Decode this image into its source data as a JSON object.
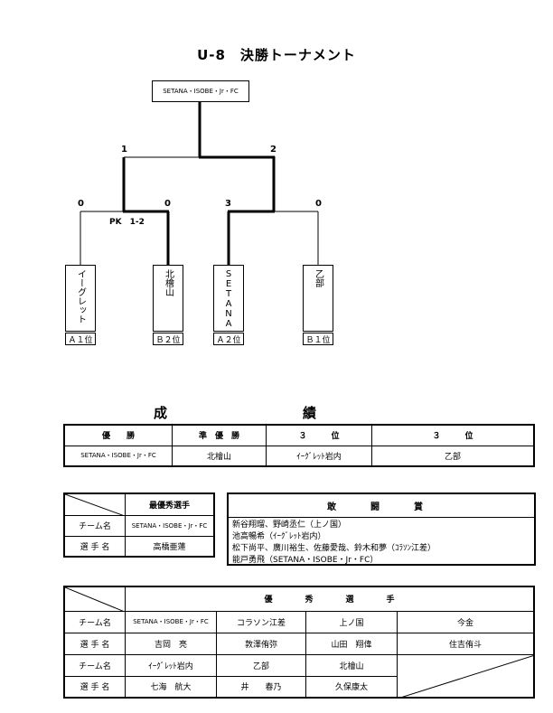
{
  "title": "U-8　決勝トーナメント",
  "bracket": {
    "champion": "SETANA・ISOBE・Jr・FC",
    "final_scores": {
      "left": "1",
      "right": "2"
    },
    "semi_scores": [
      "0",
      "0",
      "3",
      "0"
    ],
    "pk_note": "PK　1-2",
    "teams": [
      {
        "name": "イーグレット",
        "rank": "Ａ１位"
      },
      {
        "name": "北檜山",
        "rank": "Ｂ２位"
      },
      {
        "name": "SETANA",
        "rank": "Ａ２位"
      },
      {
        "name": "乙部",
        "rank": "Ｂ１位"
      }
    ]
  },
  "results": {
    "heading": "成　　　　　　　　　　績",
    "headers": [
      "優　　勝",
      "準　優　勝",
      "３　　　位",
      "３　　　位"
    ],
    "values": [
      "SETANA・ISOBE・Jr・FC",
      "北檜山",
      "ｲｰｸﾞﾚｯﾄ岩内",
      "乙部"
    ]
  },
  "mvp": {
    "header": "最優秀選手",
    "row_labels": [
      "チーム名",
      "選 手 名"
    ],
    "team": "SETANA・ISOBE・Jr・FC",
    "player": "高橋亜蓮"
  },
  "fighting_spirit": {
    "header": "敢　闘　賞",
    "lines": [
      "新谷翔瑠、野崎丞仁（上ノ国）",
      "池高暢希（ｲｰｸﾞﾚｯﾄ岩内）",
      "松下尚平、廣川裕生、佐藤愛哉、鈴木和夢（ｺﾗｿﾝ江差）",
      "能戸勇飛（SETANA・ISOBE・Jr・FC）"
    ]
  },
  "excellent": {
    "header": "優　　　　秀　　　　選　　　　手",
    "labels": {
      "team": "チーム名",
      "player": "選 手 名"
    },
    "row1_teams": [
      "SETANA・ISOBE・Jr・FC",
      "コラソン江差",
      "上ノ国",
      "今金"
    ],
    "row1_players": [
      "吉岡　亮",
      "敦澤侑弥",
      "山田　翔偉",
      "住吉侑斗"
    ],
    "row2_teams": [
      "ｲｰｸﾞﾚｯﾄ岩内",
      "乙部",
      "北檜山"
    ],
    "row2_players": [
      "七海　航大",
      "井　　春乃",
      "久保康太"
    ]
  }
}
